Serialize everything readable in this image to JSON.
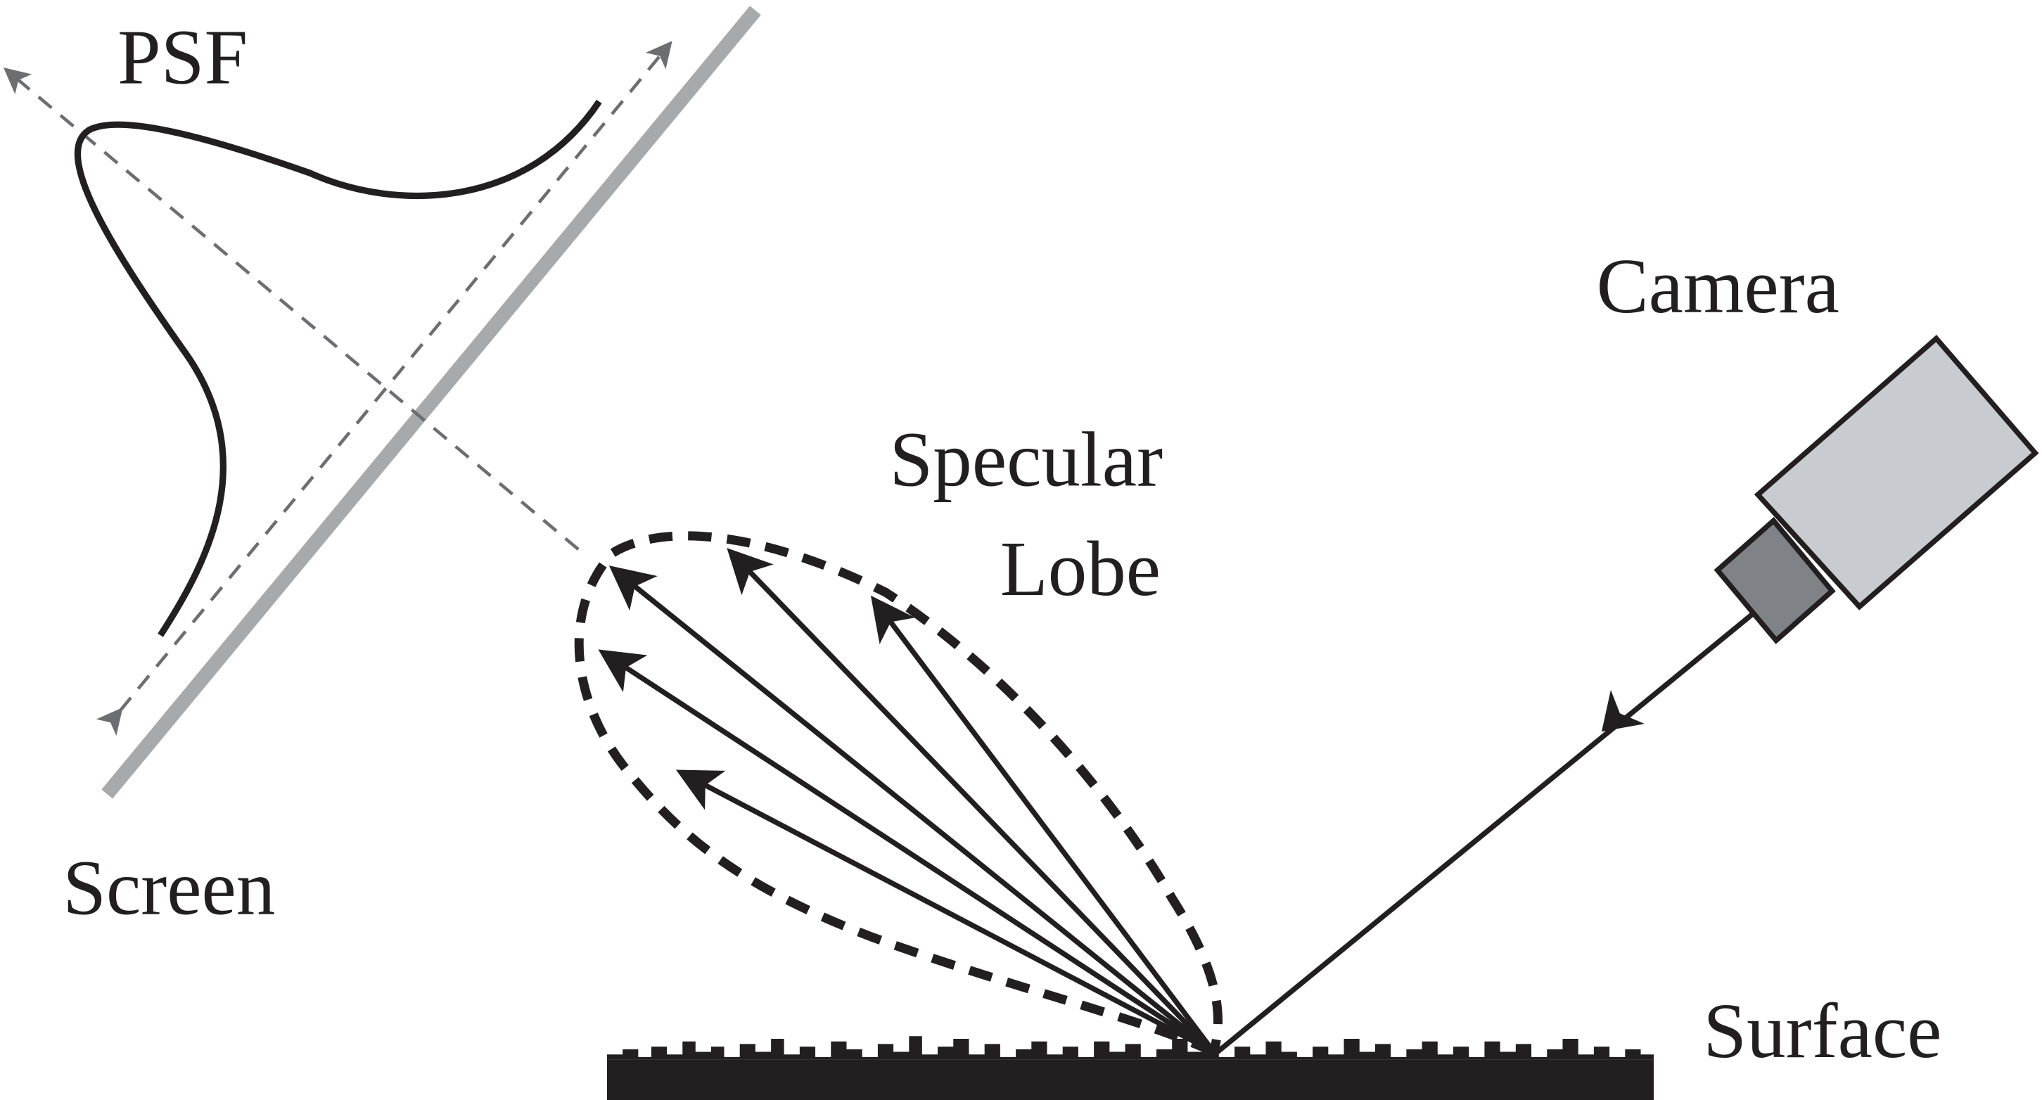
{
  "labels": {
    "psf": "PSF",
    "camera": "Camera",
    "specular_line1": "Specular",
    "specular_line2": "Lobe",
    "screen": "Screen",
    "surface": "Surface"
  },
  "colors": {
    "ink": "#231f20",
    "screen_bar": "#a7aaad",
    "dashed_axes": "#6d6e71",
    "camera_body": "#c8cbd0",
    "camera_lens": "#7f8286",
    "background": "#ffffff"
  }
}
